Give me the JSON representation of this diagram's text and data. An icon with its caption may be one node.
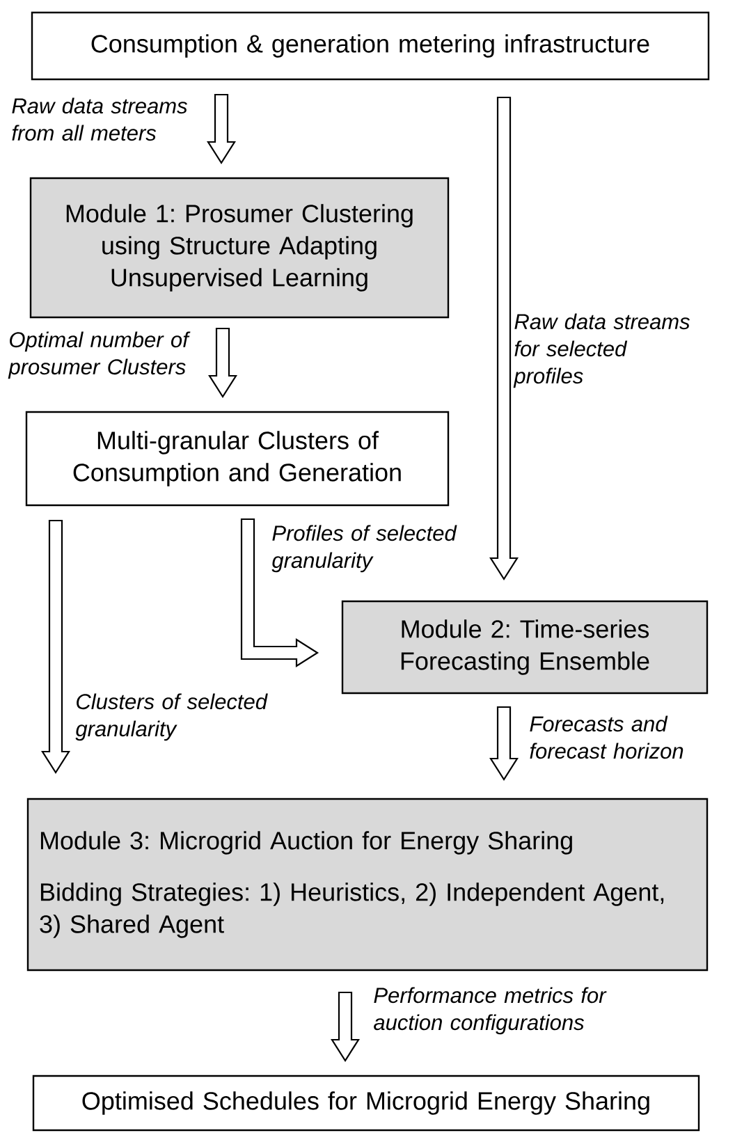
{
  "diagram": {
    "nodes": [
      {
        "text": [
          "Consumption & generation metering infrastructure"
        ]
      },
      {
        "text": [
          "Module 1: Prosumer Clustering using Structure Adapting Unsupervised Learning"
        ]
      },
      {
        "text": [
          "Multi-granular Clusters of Consumption and Generation"
        ]
      },
      {
        "text": [
          "Module 2: Time-series Forecasting Ensemble"
        ]
      },
      {
        "text": [
          "Module 3: Microgrid Auction for Energy Sharing",
          "Bidding Strategies: 1) Heuristics, 2) Independent Agent, 3) Shared Agent"
        ]
      },
      {
        "text": [
          "Optimised Schedules for Microgrid Energy Sharing"
        ]
      }
    ],
    "edges": [
      {
        "from": 0,
        "to": 1,
        "arrow": "to",
        "label": "Raw data streams from all meters"
      },
      {
        "from": 0,
        "to": 3,
        "arrow": "to",
        "label": "Raw data streams for selected profiles"
      },
      {
        "from": 1,
        "to": 2,
        "arrow": "to",
        "label": "Optimal number of prosumer Clusters"
      },
      {
        "from": 2,
        "to": 3,
        "arrow": "to",
        "label": "Profiles of selected granularity"
      },
      {
        "from": 2,
        "to": 4,
        "arrow": "to",
        "label": "Clusters of selected granularity"
      },
      {
        "from": 3,
        "to": 4,
        "arrow": "to",
        "label": "Forecasts and forecast horizon"
      },
      {
        "from": 4,
        "to": 5,
        "arrow": "to",
        "label": "Performance metrics for auction configurations"
      }
    ]
  }
}
